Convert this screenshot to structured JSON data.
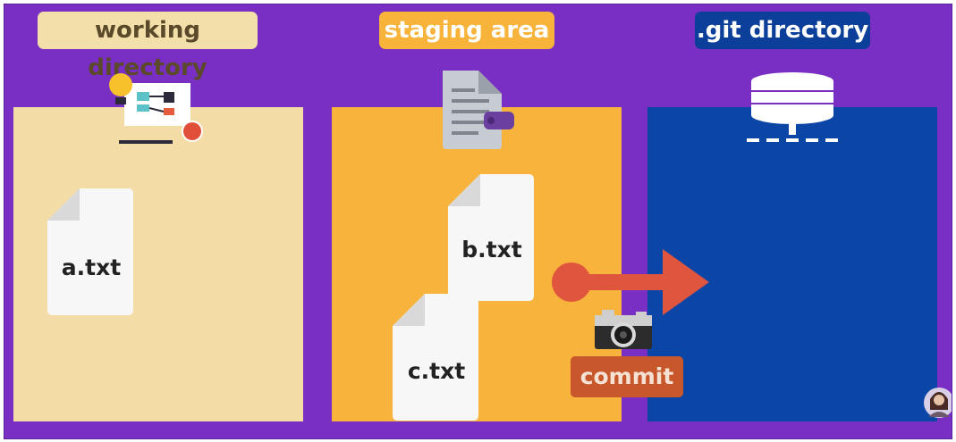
{
  "sections": {
    "working_directory": {
      "label": "working directory"
    },
    "staging_area": {
      "label": "staging area"
    },
    "git_directory": {
      "label": ".git directory"
    }
  },
  "files": {
    "a": "a.txt",
    "b": "b.txt",
    "c": "c.txt"
  },
  "commit": {
    "label": "commit"
  },
  "colors": {
    "background": "#7a2fc4",
    "working_directory": "#f4dca7",
    "staging_area": "#f7b33b",
    "git_directory": "#0b45a6",
    "arrow": "#e0553e",
    "commit_badge": "#c8582b"
  },
  "icons": {
    "working_directory": "flowchart-whiteboard-icon",
    "staging_area": "document-icon",
    "git_directory": "database-icon",
    "commit": "camera-icon",
    "presenter": "avatar"
  }
}
